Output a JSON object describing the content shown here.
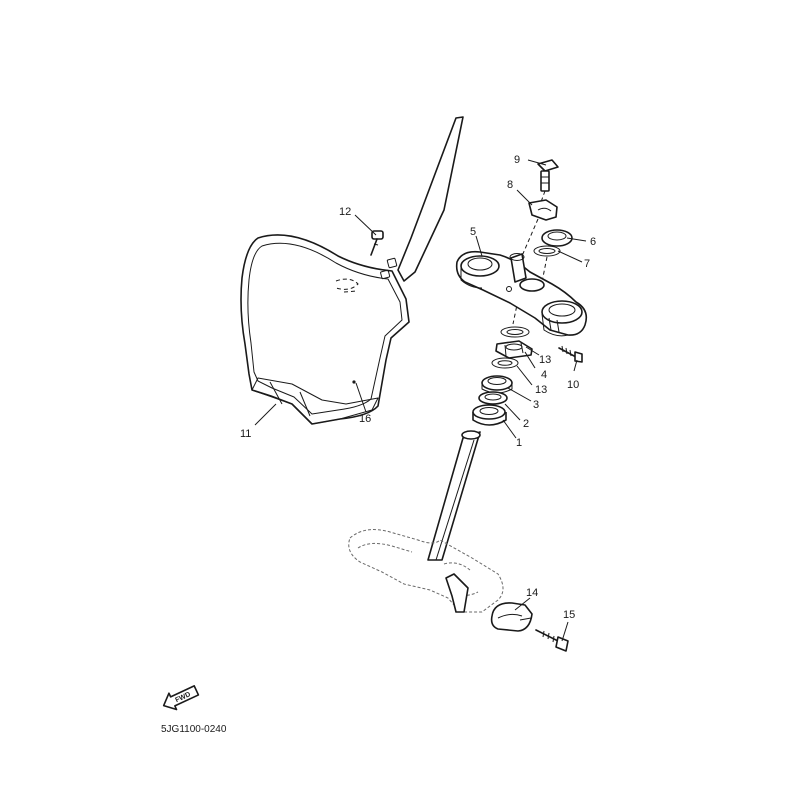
{
  "diagram_code": "5JG1100-0240",
  "fwd_label": "FWD",
  "callouts": {
    "c1": "1",
    "c2": "2",
    "c3": "3",
    "c4": "4",
    "c5": "5",
    "c6": "6",
    "c7": "7",
    "c8": "8",
    "c9": "9",
    "c10": "10",
    "c11": "11",
    "c12": "12",
    "c13a": "13",
    "c13b": "13",
    "c14": "14",
    "c15": "15",
    "c16": "16"
  }
}
